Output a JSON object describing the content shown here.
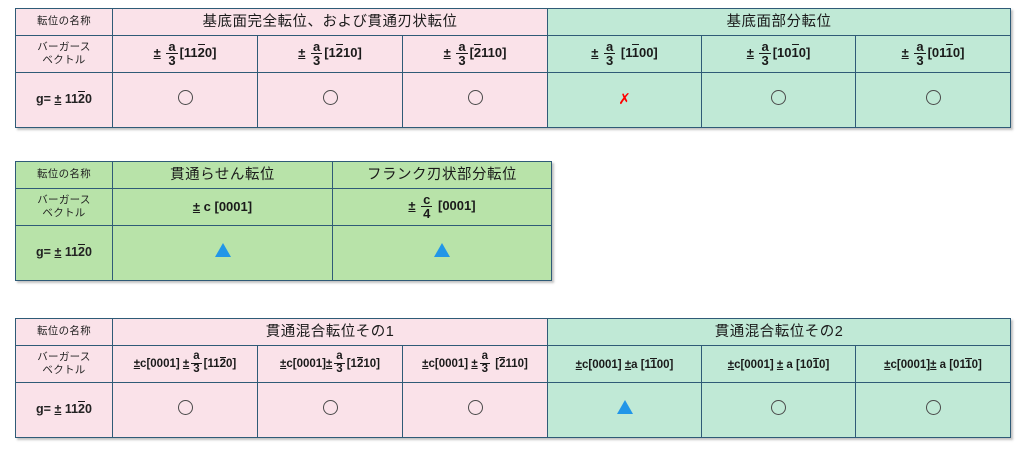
{
  "labels": {
    "name_row": "転位の名称",
    "burgers_row_line1": "バーガース",
    "burgers_row_line2": "ベクトル",
    "g_row_prefix": "g=",
    "g_row_pm": "±",
    "g_row_index": "1120"
  },
  "marks": {
    "circle": "circle-mark",
    "cross": "cross-mark",
    "triangle": "triangle-mark",
    "cross_glyph": "✗"
  },
  "colors": {
    "pink": "#fae2e9",
    "mint": "#c0e9d6",
    "green": "#b8e3a9",
    "border": "#2f5b77",
    "cross_red": "#ff0000",
    "triangle_blue": "#2196e8"
  },
  "table1": {
    "groups": [
      {
        "name": "基底面完全転位、および貫通刃状転位",
        "fill": "pink",
        "span": 3
      },
      {
        "name": "基底面部分転位",
        "fill": "mint",
        "span": 3
      }
    ],
    "columns": [
      {
        "pm": "±",
        "frac_num": "a",
        "frac_den": "3",
        "pre": "",
        "index": "[1120]",
        "fill": "pink",
        "mark": "circle"
      },
      {
        "pm": "±",
        "frac_num": "a",
        "frac_den": "3",
        "pre": "",
        "index": "[1210]",
        "fill": "pink",
        "mark": "circle"
      },
      {
        "pm": "±",
        "frac_num": "a",
        "frac_den": "3",
        "pre": "",
        "index": "[2110]",
        "fill": "pink",
        "mark": "circle"
      },
      {
        "pm": "±",
        "frac_num": "a",
        "frac_den": "3",
        "pre": "",
        "index": "[1100]",
        "fill": "mint",
        "mark": "cross"
      },
      {
        "pm": "±",
        "frac_num": "a",
        "frac_den": "3",
        "pre": "",
        "index": "[1010]",
        "fill": "mint",
        "mark": "circle"
      },
      {
        "pm": "±",
        "frac_num": "a",
        "frac_den": "3",
        "pre": "",
        "index": "[0110]",
        "fill": "mint",
        "mark": "circle"
      }
    ]
  },
  "table2": {
    "groups": [
      {
        "name": "貫通らせん転位",
        "fill": "green",
        "span": 1
      },
      {
        "name": "フランク刃状部分転位",
        "fill": "green",
        "span": 1
      }
    ],
    "columns": [
      {
        "pm": "±",
        "frac_num": "",
        "frac_den": "",
        "plain": "c",
        "index": "[0001]",
        "fill": "green",
        "mark": "triangle"
      },
      {
        "pm": "±",
        "frac_num": "c",
        "frac_den": "4",
        "plain": "",
        "index": "[0001]",
        "fill": "green",
        "mark": "triangle"
      }
    ]
  },
  "table3": {
    "groups": [
      {
        "name": "貫通混合転位その1",
        "fill": "pink",
        "span": 3
      },
      {
        "name": "貫通混合転位その2",
        "fill": "mint",
        "span": 3
      }
    ],
    "columns": [
      {
        "lead": "±c[0001]",
        "pm": "±",
        "frac_num": "a",
        "frac_den": "3",
        "plain": "",
        "index": "[1120]",
        "fill": "pink",
        "mark": "circle"
      },
      {
        "lead": "±c[0001]",
        "pm": "±",
        "frac_num": "a",
        "frac_den": "3",
        "plain": "",
        "index": "[1210]",
        "fill": "pink",
        "mark": "circle"
      },
      {
        "lead": "±c[0001]",
        "pm": "±",
        "frac_num": "a",
        "frac_den": "3",
        "plain": "",
        "index": "[2110]",
        "fill": "pink",
        "mark": "circle"
      },
      {
        "lead": "±c[0001]",
        "pm": "±",
        "frac_num": "",
        "frac_den": "",
        "plain": "a",
        "index": "[1100]",
        "fill": "mint",
        "mark": "triangle"
      },
      {
        "lead": "±c[0001]",
        "pm": "±",
        "frac_num": "",
        "frac_den": "",
        "plain": "a",
        "index": "[1010]",
        "fill": "mint",
        "mark": "circle"
      },
      {
        "lead": "±c[0001]",
        "pm": "±",
        "frac_num": "",
        "frac_den": "",
        "plain": "a",
        "index": "[0110]",
        "fill": "mint",
        "mark": "circle"
      }
    ]
  }
}
